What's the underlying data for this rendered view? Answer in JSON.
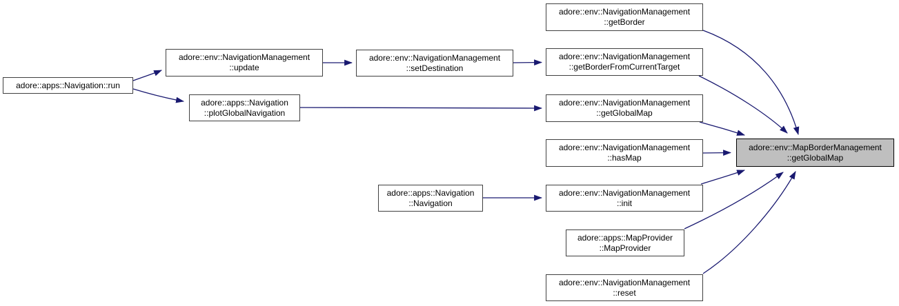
{
  "diagram": {
    "type": "call-graph",
    "highlighted_function": "adore::env::MapBorderManagement::getGlobalMap",
    "colors": {
      "background": "#ffffff",
      "edge": "#191970",
      "node_border": "#3f3f3f",
      "node_fill": "#ffffff",
      "highlight_fill": "#bfbfbf",
      "text": "#000000"
    },
    "nodes": [
      {
        "id": "run",
        "lines": [
          "adore::apps::Navigation::run"
        ]
      },
      {
        "id": "update",
        "lines": [
          "adore::env::NavigationManagement",
          "::update"
        ]
      },
      {
        "id": "plotGlobalNavigation",
        "lines": [
          "adore::apps::Navigation",
          "::plotGlobalNavigation"
        ]
      },
      {
        "id": "setDestination",
        "lines": [
          "adore::env::NavigationManagement",
          "::setDestination"
        ]
      },
      {
        "id": "navigation-constructor",
        "lines": [
          "adore::apps::Navigation",
          "::Navigation"
        ]
      },
      {
        "id": "getBorder",
        "lines": [
          "adore::env::NavigationManagement",
          "::getBorder"
        ]
      },
      {
        "id": "getBorderFromCurrentTarget",
        "lines": [
          "adore::env::NavigationManagement",
          "::getBorderFromCurrentTarget"
        ]
      },
      {
        "id": "getGlobalMap",
        "lines": [
          "adore::env::NavigationManagement",
          "::getGlobalMap"
        ]
      },
      {
        "id": "hasMap",
        "lines": [
          "adore::env::NavigationManagement",
          "::hasMap"
        ]
      },
      {
        "id": "init",
        "lines": [
          "adore::env::NavigationManagement",
          "::init"
        ]
      },
      {
        "id": "mapprovider-constructor",
        "lines": [
          "adore::apps::MapProvider",
          "::MapProvider"
        ]
      },
      {
        "id": "reset",
        "lines": [
          "adore::env::NavigationManagement",
          "::reset"
        ]
      },
      {
        "id": "target-getGlobalMap",
        "lines": [
          "adore::env::MapBorderManagement",
          "::getGlobalMap"
        ]
      }
    ],
    "edges": [
      {
        "from": "run",
        "to": "update"
      },
      {
        "from": "run",
        "to": "plotGlobalNavigation"
      },
      {
        "from": "update",
        "to": "setDestination"
      },
      {
        "from": "setDestination",
        "to": "getBorderFromCurrentTarget"
      },
      {
        "from": "plotGlobalNavigation",
        "to": "getGlobalMap"
      },
      {
        "from": "navigation-constructor",
        "to": "init"
      },
      {
        "from": "getBorder",
        "to": "target-getGlobalMap"
      },
      {
        "from": "getBorderFromCurrentTarget",
        "to": "target-getGlobalMap"
      },
      {
        "from": "getGlobalMap",
        "to": "target-getGlobalMap"
      },
      {
        "from": "hasMap",
        "to": "target-getGlobalMap"
      },
      {
        "from": "init",
        "to": "target-getGlobalMap"
      },
      {
        "from": "mapprovider-constructor",
        "to": "target-getGlobalMap"
      },
      {
        "from": "reset",
        "to": "target-getGlobalMap"
      }
    ]
  }
}
